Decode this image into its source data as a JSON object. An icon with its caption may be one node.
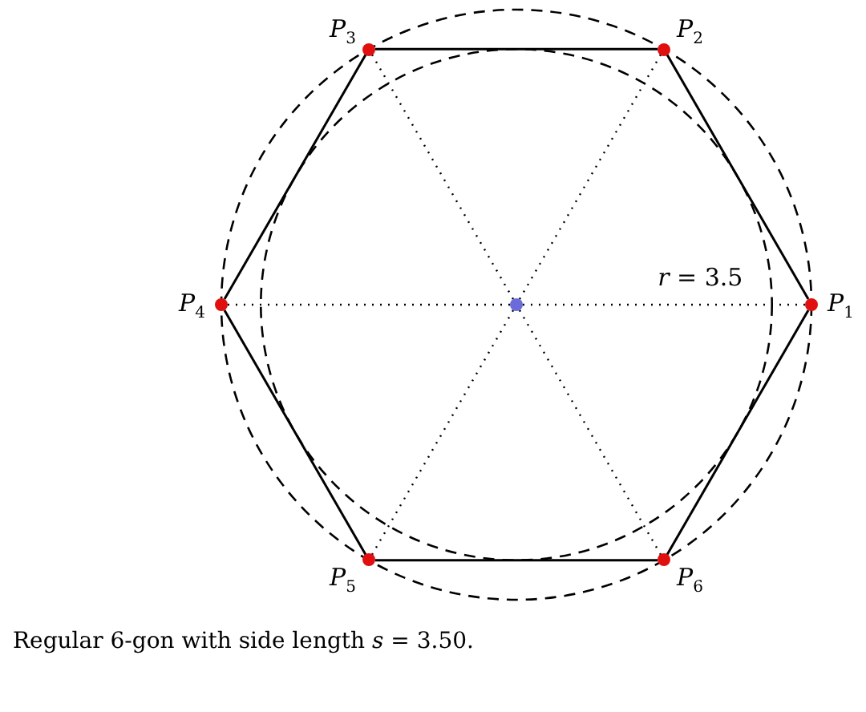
{
  "diagram": {
    "caption": "Regular 6-gon with side length *s* = 3.50.",
    "nodes": [
      {
        "text": [],
        "shape": "circle",
        "beside": [
          "*P*$_{1}$"
        ]
      },
      {
        "text": [],
        "shape": "circle",
        "beside": [
          "*P*$_{2}$"
        ]
      },
      {
        "text": [],
        "shape": "circle",
        "beside": [
          "*P*$_{3}$"
        ]
      },
      {
        "text": [],
        "shape": "circle",
        "beside": [
          "*P*$_{4}$"
        ]
      },
      {
        "text": [],
        "shape": "circle",
        "beside": [
          "*P*$_{5}$"
        ]
      },
      {
        "text": [],
        "shape": "circle",
        "beside": [
          "*P*$_{6}$"
        ]
      },
      {
        "text": [],
        "shape": "circle"
      }
    ],
    "edges": [
      {
        "from": 0,
        "to": 1,
        "arrow": "none"
      },
      {
        "from": 1,
        "to": 2,
        "arrow": "none"
      },
      {
        "from": 2,
        "to": 3,
        "arrow": "none"
      },
      {
        "from": 3,
        "to": 4,
        "arrow": "none"
      },
      {
        "from": 4,
        "to": 5,
        "arrow": "none"
      },
      {
        "from": 5,
        "to": 0,
        "arrow": "none"
      },
      {
        "from": 6,
        "to": 0,
        "arrow": "none",
        "style": "dashed",
        "label": "*r* = 3.5"
      },
      {
        "from": 6,
        "to": 1,
        "arrow": "none",
        "style": "dashed"
      },
      {
        "from": 6,
        "to": 2,
        "arrow": "none",
        "style": "dashed"
      },
      {
        "from": 6,
        "to": 3,
        "arrow": "none",
        "style": "dashed"
      },
      {
        "from": 6,
        "to": 4,
        "arrow": "none",
        "style": "dashed"
      },
      {
        "from": 6,
        "to": 5,
        "arrow": "none",
        "style": "dashed"
      }
    ]
  }
}
